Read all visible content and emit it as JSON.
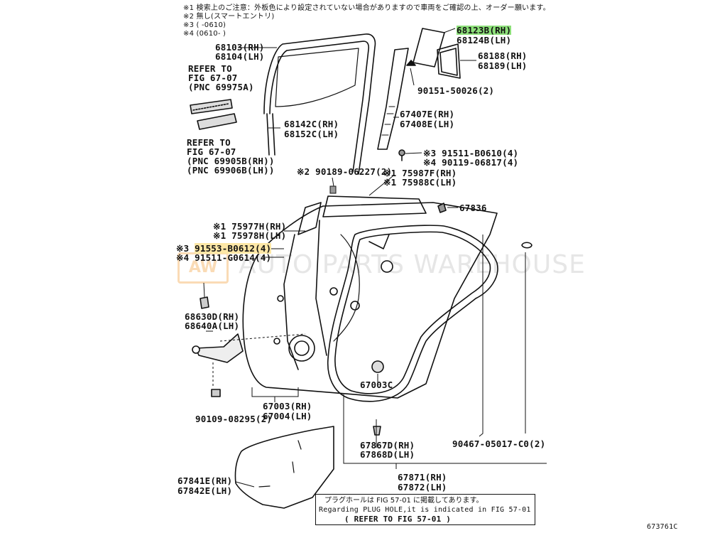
{
  "notes": {
    "n1": "※1 検索上のご注意：外板色により設定されていない場合がありますので車両をご確認の上、オーダー願います。",
    "n2": "※2 無し(スマートエントリ)",
    "n3": "※3 (     -0610)",
    "n4": "※4 (0610-     )"
  },
  "parts": {
    "p68123b": "68123B(RH)",
    "p68124b": "68124B(LH)",
    "p68103": "68103(RH)",
    "p68104": "68104(LH)",
    "p68188": "68188(RH)",
    "p68189": "68189(LH)",
    "ref1a": "REFER TO",
    "ref1b": "FIG 67-07",
    "ref1c": "(PNC 69975A)",
    "p90151": "90151-50026(2)",
    "p68142c": "68142C(RH)",
    "p68152c": "68152C(LH)",
    "p67407e": "67407E(RH)",
    "p67408e": "67408E(LH)",
    "ref2a": "REFER TO",
    "ref2b": "FIG 67-07",
    "ref2c": "(PNC 69905B(RH))",
    "ref2d": "(PNC 69906B(LH))",
    "p91511b": "※3 91511-B0610(4)",
    "p90119": "※4 90119-06817(4)",
    "p90189": "※2 90189-06227(2)",
    "p75987f": "※1 75987F(RH)",
    "p75988c": "※1 75988C(LH)",
    "p67836": "67836",
    "p75977h": "※1 75977H(RH)",
    "p75978h": "※1 75978H(LH)",
    "p91553_pre": "※3 ",
    "p91553": "91553-B0612(4)",
    "p91511g": "※4 91511-G0614(4)",
    "p68630d": "68630D(RH)",
    "p68640a": "68640A(LH)",
    "p67003c": "67003C",
    "p67003": "67003(RH)",
    "p67004": "67004(LH)",
    "p90109": "90109-08295(2)",
    "p90467": "90467-05017-C0(2)",
    "p67867d": "67867D(RH)",
    "p67868d": "67868D(LH)",
    "p67841e": "67841E(RH)",
    "p67842e": "67842E(LH)",
    "p67871": "67871(RH)",
    "p67872": "67872(LH)"
  },
  "refbox": {
    "line1": "プラグホールは FIG 57-01 に掲載してあります。",
    "line2": "Regarding PLUG HOLE,it is indicated in FIG 57-01",
    "line3": "(   REFER TO FIG 57-01 )"
  },
  "watermark": {
    "logo": "AW",
    "text": "AUTO PARTS WAREHOUSE"
  },
  "figure_code": "673761C",
  "colors": {
    "highlight_green": "#8de07a",
    "highlight_yellow": "#fde7a6"
  }
}
